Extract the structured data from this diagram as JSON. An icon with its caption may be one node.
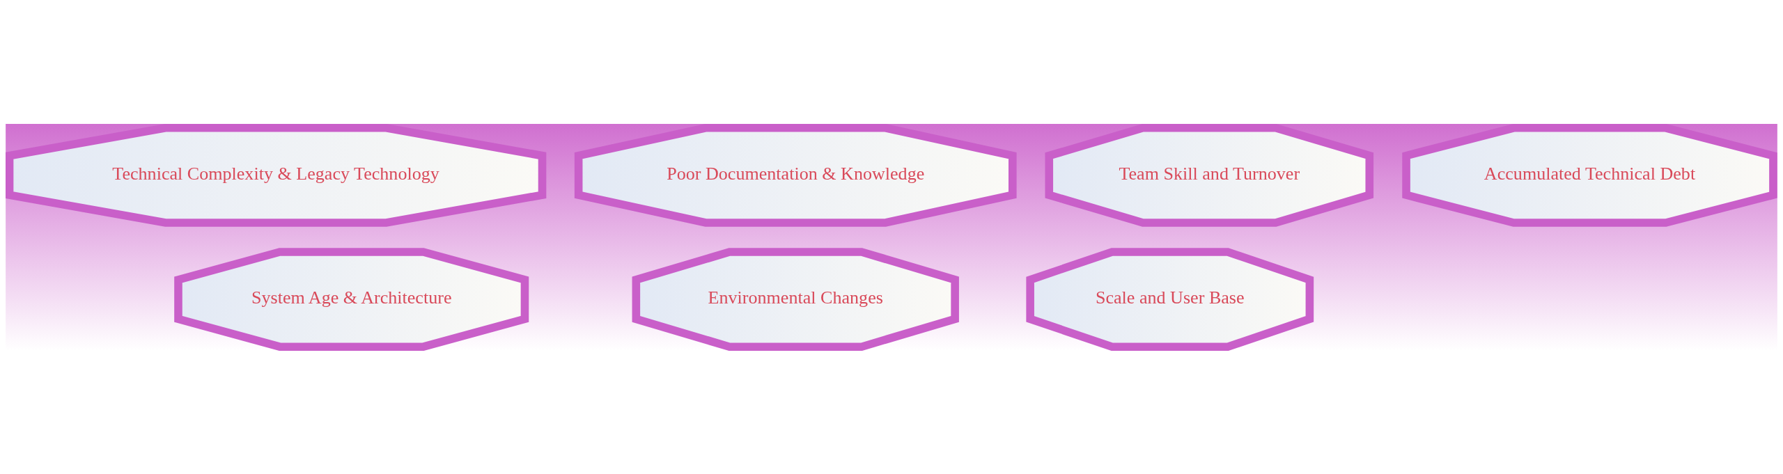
{
  "diagram": {
    "nodes": [
      {
        "text": [
          "Technical Complexity & Legacy Technology"
        ]
      },
      {
        "text": [
          "Poor Documentation & Knowledge"
        ]
      },
      {
        "text": [
          "Team Skill and Turnover"
        ]
      },
      {
        "text": [
          "Accumulated Technical Debt"
        ]
      },
      {
        "text": [
          "System Age & Architecture"
        ]
      },
      {
        "text": [
          "Environmental Changes"
        ]
      },
      {
        "text": [
          "Scale and User Base"
        ]
      }
    ]
  }
}
